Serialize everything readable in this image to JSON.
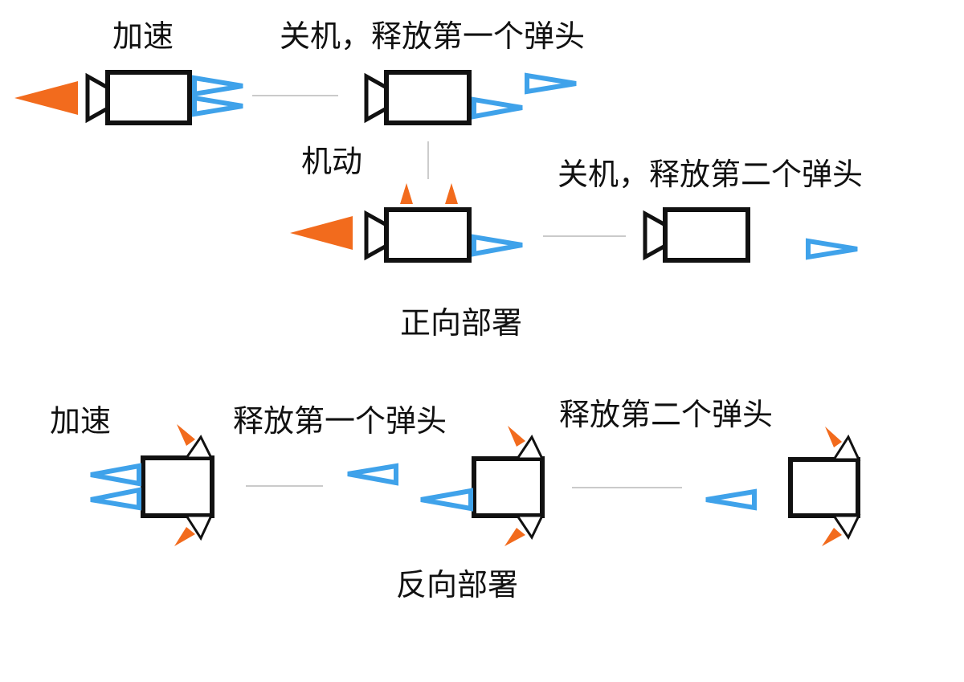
{
  "colors": {
    "flame": "#F26B1D",
    "warhead": "#3FA2EA",
    "outline": "#111111",
    "connector": "#AAAAAA",
    "background": "#FFFFFF"
  },
  "forward": {
    "caption": "正向部署",
    "steps": [
      {
        "label": "加速"
      },
      {
        "label": "关机，释放第一个弹头"
      },
      {
        "label": "机动"
      },
      {
        "label": "关机，释放第二个弹头"
      }
    ]
  },
  "reverse": {
    "caption": "反向部署",
    "steps": [
      {
        "label": "加速"
      },
      {
        "label": "释放第一个弹头"
      },
      {
        "label": "释放第二个弹头"
      }
    ]
  },
  "legend_semantics": {
    "flame": "engine-thrust",
    "warhead": "warhead",
    "bus": "post-boost-vehicle"
  }
}
